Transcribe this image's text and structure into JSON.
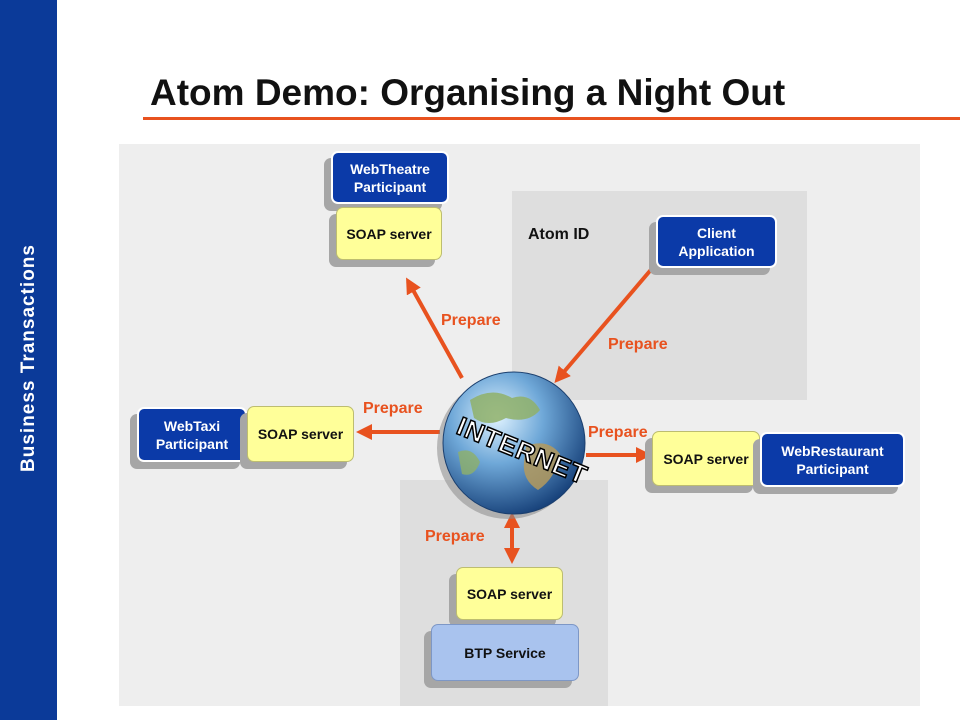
{
  "sidebar": {
    "label": "Business  Transactions"
  },
  "title": "Atom Demo: Organising a Night Out",
  "atom_id_label": "Atom ID",
  "globe_label": "INTERNET",
  "nodes": {
    "webtheatre": "WebTheatre Participant",
    "soap_top": "SOAP server",
    "client": "Client Application",
    "webtaxi": "WebTaxi Participant",
    "soap_left": "SOAP server",
    "soap_right": "SOAP server",
    "webrestaurant": "WebRestaurant Participant",
    "soap_bottom": "SOAP server",
    "btp": "BTP Service"
  },
  "arrows": {
    "to_theatre": "Prepare",
    "from_client": "Prepare",
    "to_taxi": "Prepare",
    "to_restaurant": "Prepare",
    "btp_link": "Prepare"
  },
  "colors": {
    "sidebar": "#0b3a99",
    "accent": "#e8521f",
    "participant": "#0b3aa8",
    "soap": "#ffff99",
    "btp": "#a9c3ee"
  }
}
